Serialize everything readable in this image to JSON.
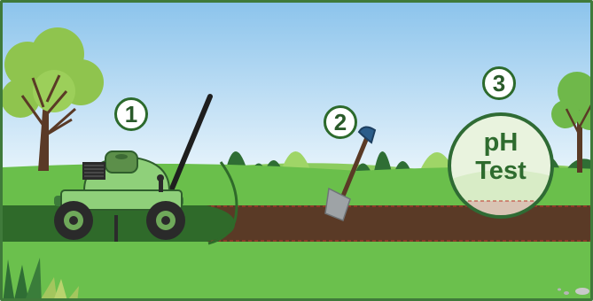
{
  "steps": [
    {
      "number": "1",
      "subject": "lawn-aerator"
    },
    {
      "number": "2",
      "subject": "shovel"
    },
    {
      "number": "3",
      "subject": "soil-ph-test"
    }
  ],
  "ph_test": {
    "line1": "pH",
    "line2": "Test"
  },
  "colors": {
    "sky": "#a9d3f1",
    "grass": "#6abf4b",
    "soil": "#5a3a26",
    "border": "#3f7a3a",
    "badge_text": "#2a5a2a",
    "badge_ring": "#2c6a2c"
  }
}
